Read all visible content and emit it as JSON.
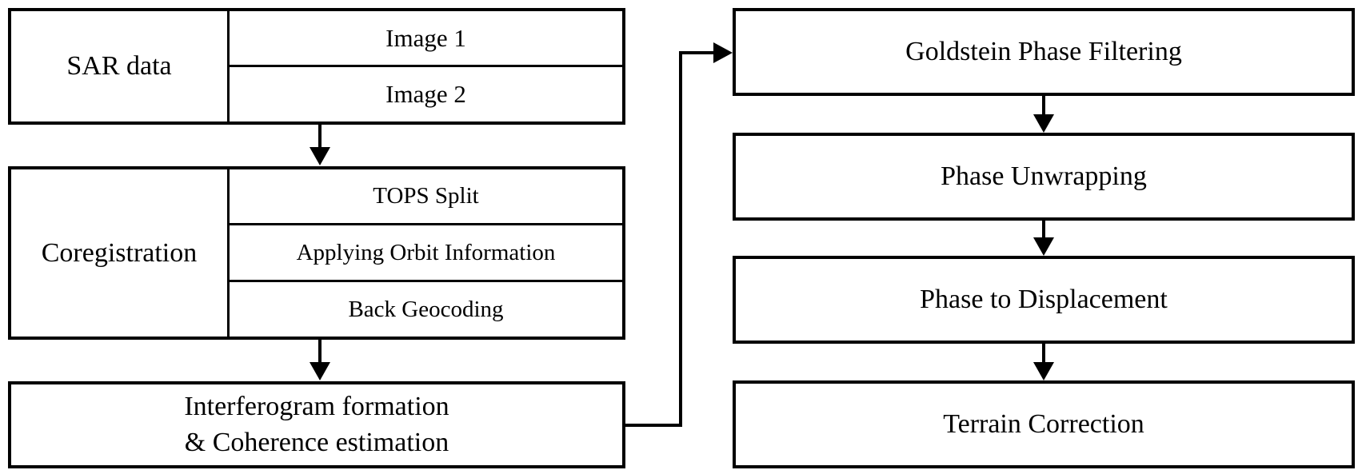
{
  "sar_data": {
    "label": "SAR data",
    "images": [
      "Image 1",
      "Image 2"
    ]
  },
  "coregistration": {
    "label": "Coregistration",
    "steps": [
      "TOPS Split",
      "Applying Orbit Information",
      "Back Geocoding"
    ]
  },
  "interferogram": {
    "line1": "Interferogram formation",
    "line2": "& Coherence estimation"
  },
  "right_steps": [
    "Goldstein Phase Filtering",
    "Phase Unwrapping",
    "Phase to Displacement",
    "Terrain Correction"
  ]
}
